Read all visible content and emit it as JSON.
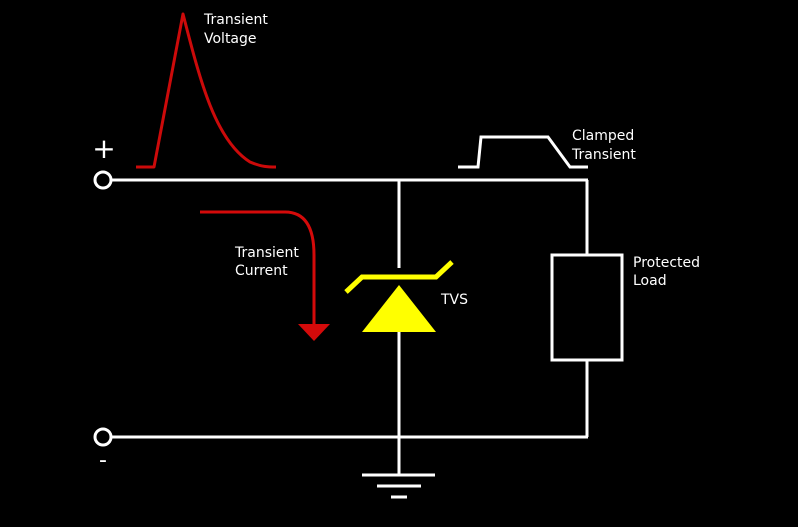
{
  "labels": {
    "transient_voltage": [
      "Transient",
      "Voltage"
    ],
    "clamped_transient": [
      "Clamped",
      "Transient"
    ],
    "transient_current": [
      "Transient",
      "Current"
    ],
    "protected_load": [
      "Protected",
      "Load"
    ],
    "tvs": "TVS",
    "plus": "+",
    "minus": "-"
  },
  "colors": {
    "background": "#000000",
    "wire": "#ffffff",
    "transient_voltage_curve": "#cc0a0a",
    "transient_current_arrow": "#d40a0a",
    "tvs_diode": "#ffff00"
  }
}
